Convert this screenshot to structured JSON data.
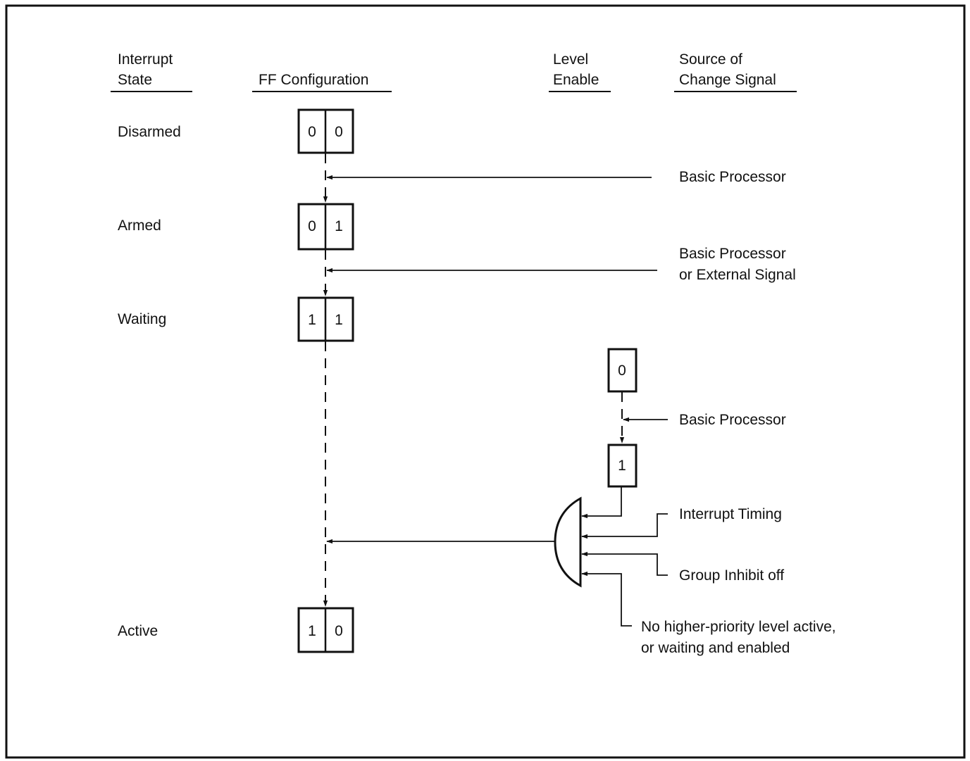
{
  "headers": {
    "interrupt_state": [
      "Interrupt",
      "State"
    ],
    "ff_configuration": [
      "FF Configuration"
    ],
    "level_enable": [
      "Level",
      "Enable"
    ],
    "source": [
      "Source of",
      "Change Signal"
    ]
  },
  "states": {
    "disarmed": {
      "label": "Disarmed",
      "bits": [
        "0",
        "0"
      ]
    },
    "armed": {
      "label": "Armed",
      "bits": [
        "0",
        "1"
      ]
    },
    "waiting": {
      "label": "Waiting",
      "bits": [
        "1",
        "1"
      ]
    },
    "active": {
      "label": "Active",
      "bits": [
        "1",
        "0"
      ]
    }
  },
  "level_enable_bits": {
    "before": "0",
    "after": "1"
  },
  "signals": {
    "to_armed": [
      "Basic Processor"
    ],
    "to_waiting": [
      "Basic Processor",
      "or External Signal"
    ],
    "to_enable": [
      "Basic Processor"
    ],
    "interrupt_timing": [
      "Interrupt Timing"
    ],
    "group_inhibit": [
      "Group Inhibit off"
    ],
    "no_higher_priority": [
      "No higher-priority level active,",
      "or waiting and enabled"
    ]
  }
}
